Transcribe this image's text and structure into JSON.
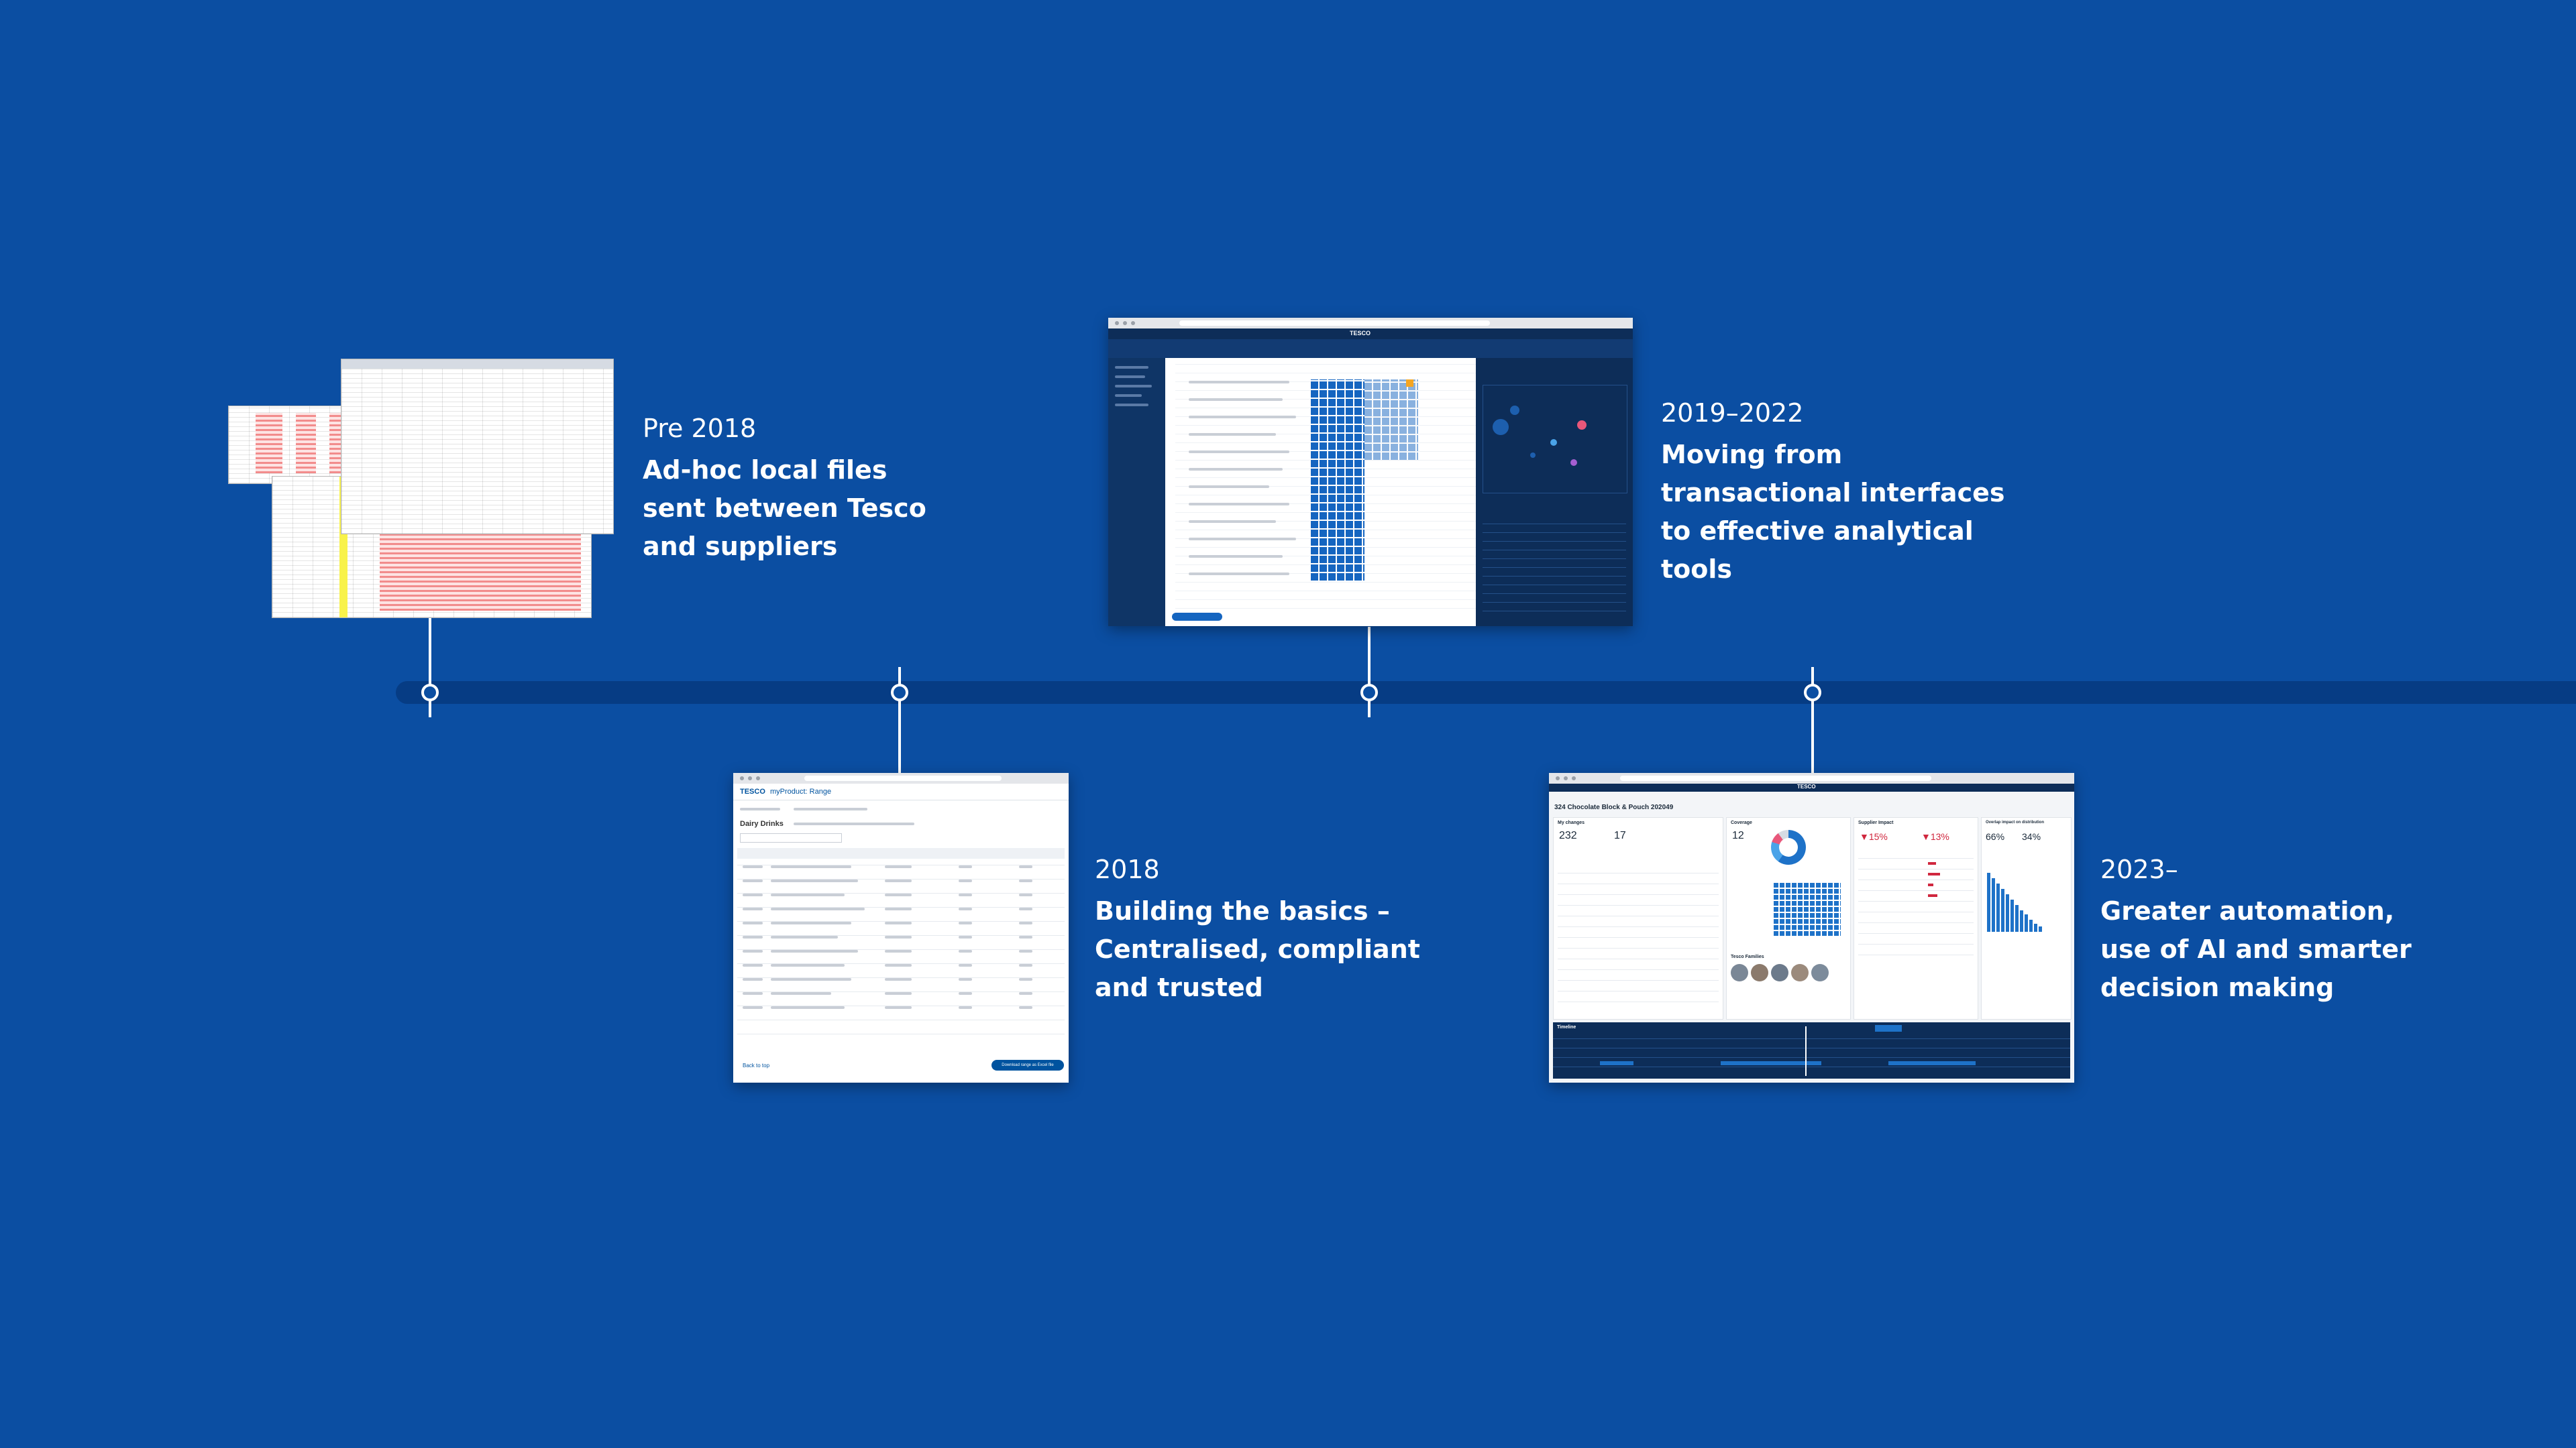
{
  "milestones": [
    {
      "year": "Pre 2018",
      "description": "Ad-hoc local files sent between Tesco and suppliers"
    },
    {
      "year": "2018",
      "description": "Building the basics – Centralised, compliant and trusted"
    },
    {
      "year": "2019–2022",
      "description": "Moving from transactional interfaces to effective analytical tools"
    },
    {
      "year": "2023–",
      "description": "Greater automation, use of AI and smarter decision making"
    }
  ],
  "screens": {
    "range_app": {
      "brand": "TESCO",
      "app_name": "myProduct: Range",
      "section": "Dairy Drinks",
      "back_label": "Back to top",
      "download_label": "Download range as Excel file"
    },
    "analytical_app": {
      "brand": "TESCO"
    },
    "ai_app": {
      "brand": "TESCO",
      "title": "324 Chocolate Block & Pouch 202049",
      "my_changes_label": "My changes",
      "coverage_label": "Coverage",
      "supplier_impact_label": "Supplier Impact",
      "overlap_label": "Overlap impact on distribution",
      "kpis": {
        "changes": "232",
        "changes2": "17",
        "coverage": "12",
        "supplier_down1": "15%",
        "supplier_down2": "13%",
        "overlap1": "66%",
        "overlap2": "34%"
      },
      "tesco_families_label": "Tesco Families",
      "timeline_label": "Timeline"
    }
  },
  "colors": {
    "background": "#0B4EA2",
    "track": "#063C84",
    "node": "#FFFFFF"
  }
}
